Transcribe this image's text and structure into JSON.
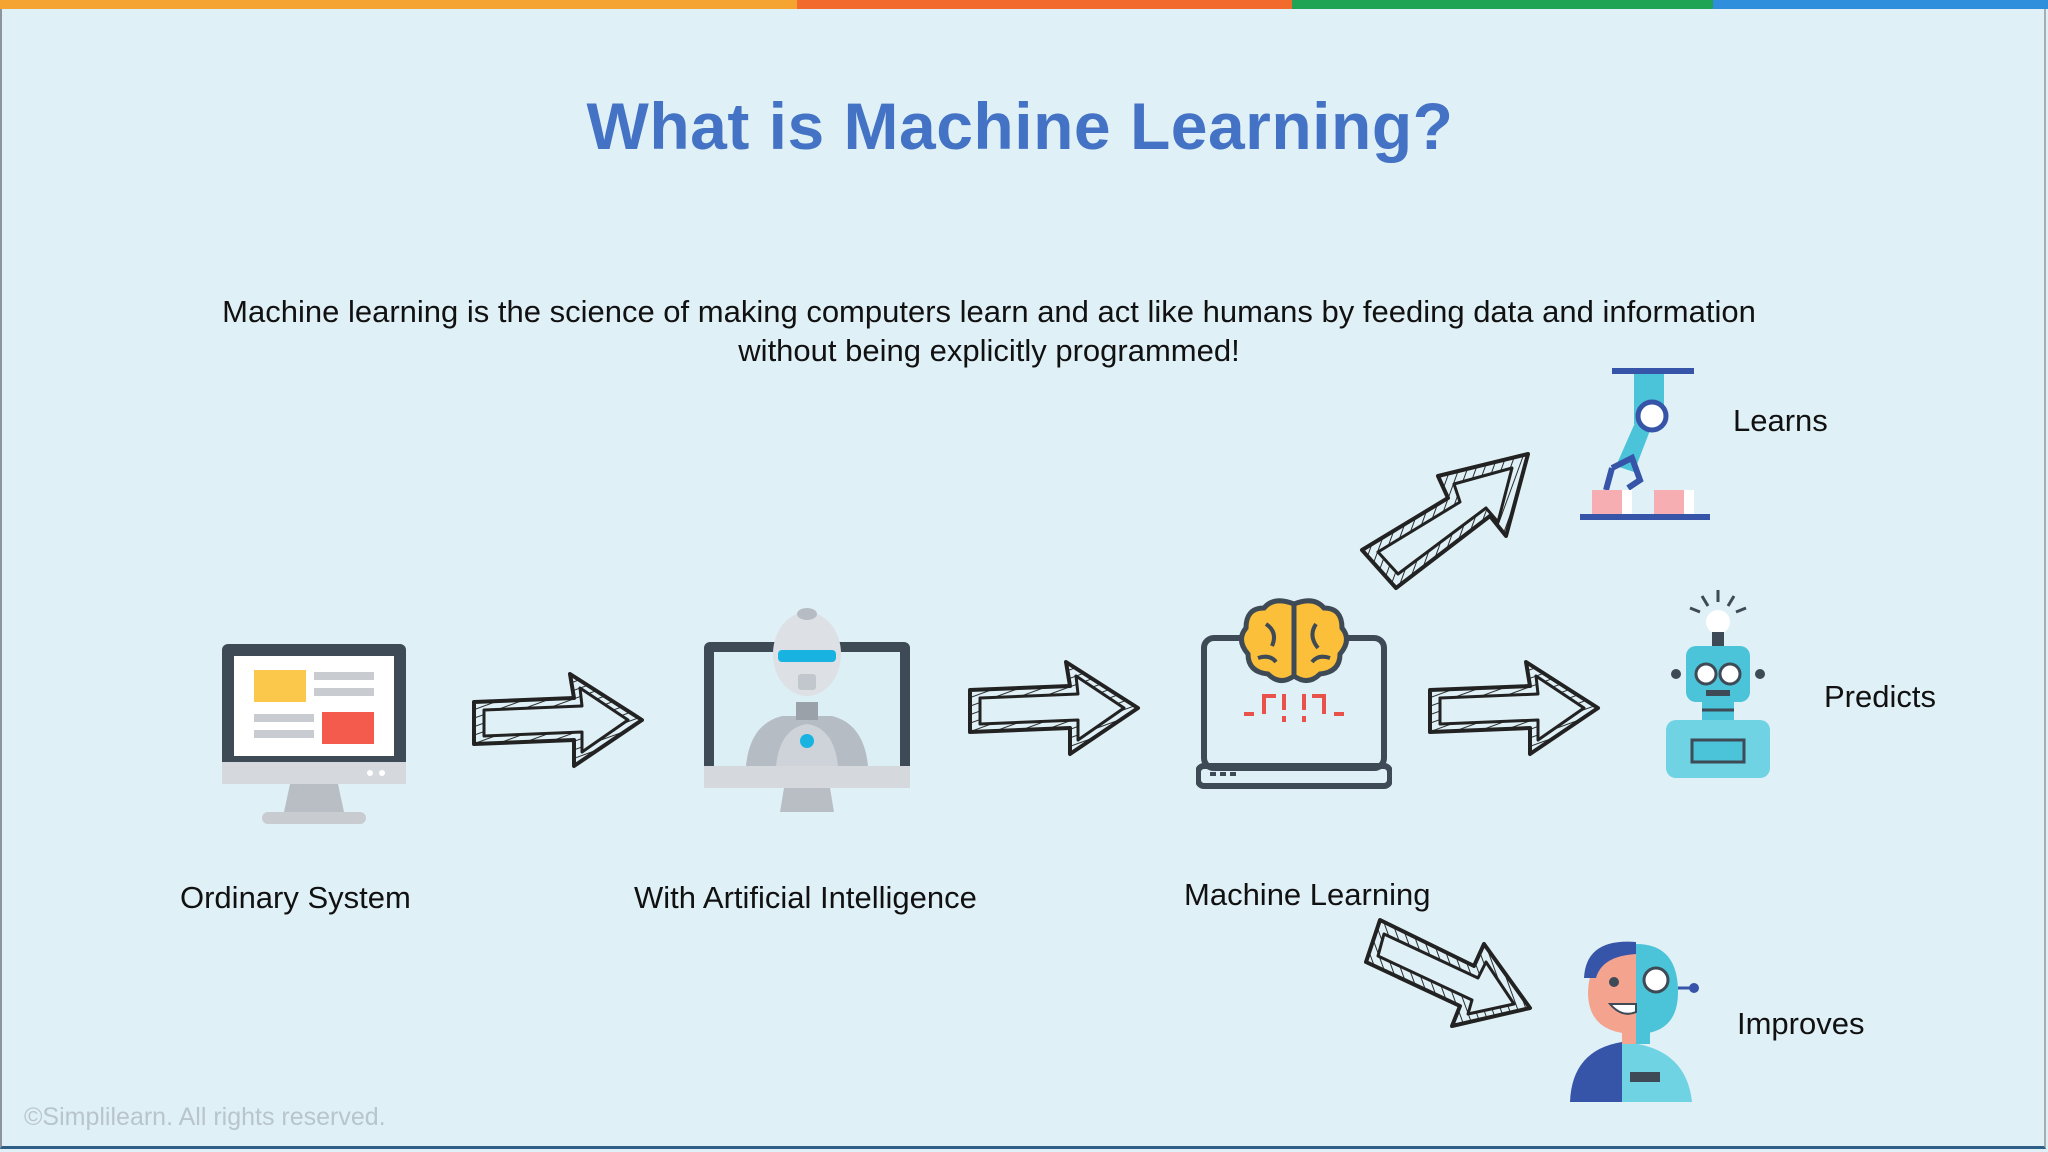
{
  "slide": {
    "title": "What is Machine Learning?",
    "description": "Machine learning is the science of making computers learn and act like humans by feeding data and information without being explicitly programmed!",
    "copyright": "©Simplilearn. All rights reserved."
  },
  "stages": [
    {
      "label": "Ordinary System",
      "icon": "desktop-monitor-icon"
    },
    {
      "label": "With Artificial Intelligence",
      "icon": "robot-in-monitor-icon"
    },
    {
      "label": "Machine Learning",
      "icon": "brain-laptop-icon"
    }
  ],
  "outcomes": [
    {
      "label": "Learns",
      "icon": "robotic-arm-icon"
    },
    {
      "label": "Predicts",
      "icon": "robot-lightbulb-icon"
    },
    {
      "label": "Improves",
      "icon": "half-human-half-robot-icon"
    }
  ],
  "colors": {
    "title": "#4472c4",
    "background": "#dff0f6",
    "bar_orange": "#f5a431",
    "bar_red": "#f26a2c",
    "bar_green": "#1fa354",
    "bar_blue": "#2f8fdc"
  }
}
